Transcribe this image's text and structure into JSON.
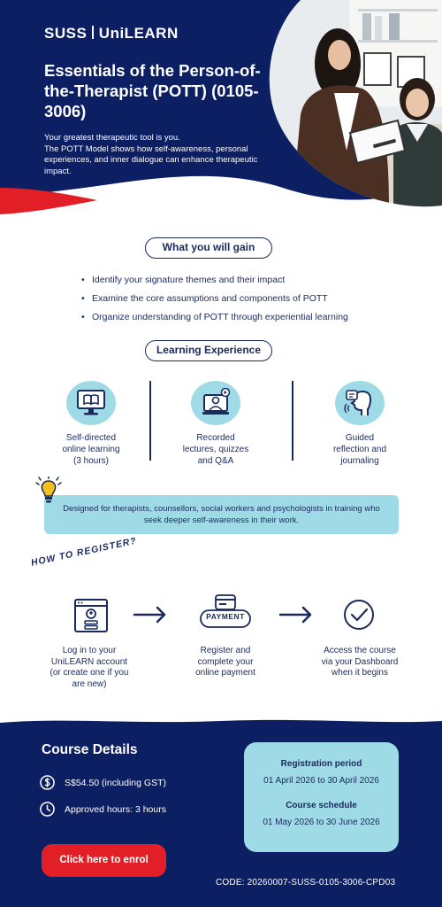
{
  "brand": {
    "left": "SUSS",
    "right": "UniLEARN"
  },
  "hero": {
    "title": "Essentials of the Person-of-the-Therapist (POTT) (0105-3006)",
    "description_line1": "Your greatest therapeutic tool is you.",
    "description_line2": "The POTT Model shows how self-awareness, personal experiences, and inner dialogue can enhance therapeutic impact."
  },
  "gain": {
    "heading": "What you will gain",
    "items": [
      "Identify your signature themes and their impact",
      "Examine the core assumptions and components of POTT",
      "Organize understanding of POTT through experiential learning"
    ]
  },
  "learning": {
    "heading": "Learning Experience",
    "items": [
      {
        "icon": "monitor-book-icon",
        "label_l1": "Self-directed",
        "label_l2": "online learning",
        "label_l3": "(3 hours)"
      },
      {
        "icon": "video-lecture-icon",
        "label_l1": "Recorded",
        "label_l2": "lectures, quizzes",
        "label_l3": "and Q&A"
      },
      {
        "icon": "reflection-head-icon",
        "label_l1": "Guided",
        "label_l2": "reflection and",
        "label_l3": "journaling"
      }
    ]
  },
  "note": {
    "text": "Designed for therapists, counsellors, social workers and psychologists in training who seek deeper self-awareness in their work."
  },
  "register": {
    "heading": "HOW TO REGISTER?",
    "payment_label": "PAYMENT",
    "steps": [
      {
        "icon": "login-window-icon",
        "l1": "Log in to your",
        "l2": "UniLEARN account",
        "l3": "(or create one if you",
        "l4": "are new)"
      },
      {
        "icon": "payment-card-icon",
        "l1": "Register and",
        "l2": "complete your",
        "l3": "online payment",
        "l4": ""
      },
      {
        "icon": "checkmark-circle-icon",
        "l1": "Access the course",
        "l2": "via your Dashboard",
        "l3": "when it begins",
        "l4": ""
      }
    ]
  },
  "course": {
    "heading": "Course Details",
    "price": "S$54.50 (including GST)",
    "hours": "Approved hours: 3 hours",
    "enrol_label": "Click here to enrol",
    "registration_heading": "Registration period",
    "registration_dates": "01 April 2026 to 30 April 2026",
    "schedule_heading": "Course schedule",
    "schedule_dates": "01 May 2026 to 30 June 2026",
    "code": "CODE: 20260007-SUSS-0105-3006-CPD03"
  },
  "colors": {
    "navy": "#1b2a5c",
    "accent_red": "#e21f26",
    "light_teal": "#9fdbe6",
    "white": "#ffffff"
  }
}
